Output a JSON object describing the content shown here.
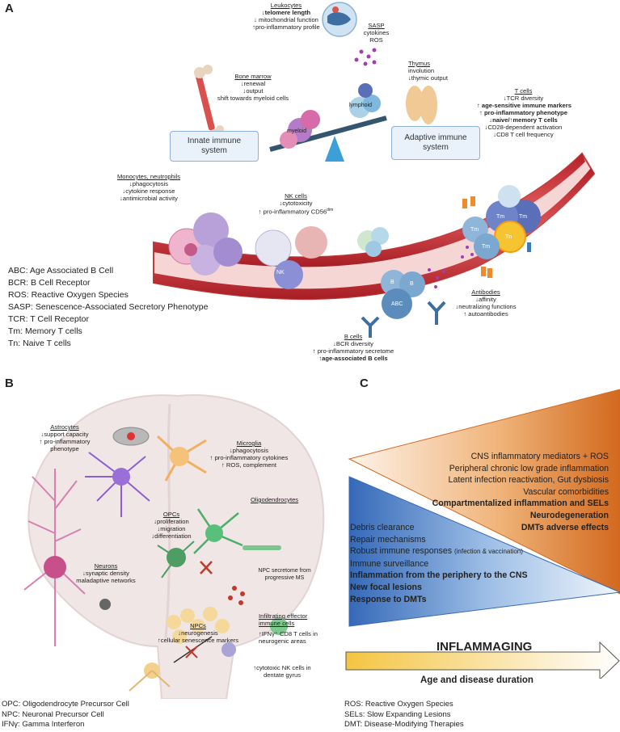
{
  "panels": {
    "a": "A",
    "b": "B",
    "c": "C"
  },
  "panelA": {
    "leukocytes": {
      "title": "Leukocytes",
      "lines": [
        "↓telomere length",
        "↓ mitochondrial function",
        "↑pro-inflammatory profile"
      ]
    },
    "sasp": {
      "title": "SASP",
      "lines": [
        "cytokines",
        "ROS"
      ]
    },
    "thymus": {
      "title": "Thymus",
      "lines": [
        "involution",
        "↓thymic output"
      ]
    },
    "bone_marrow": {
      "title": "Bone marrow",
      "lines": [
        "↓renewal",
        "↓output",
        "shift towards myeloid cells"
      ]
    },
    "tcells": {
      "title": "T cells",
      "lines": [
        "↓TCR diversity",
        "↑ age-sensitive immune markers",
        "↑ pro-inflammatory phenotype",
        "↓naive/↑memory T cells",
        "↓CD28-dependent activation",
        "↓CD8 T cell frequency"
      ]
    },
    "innate": "Innate immune system",
    "adaptive": "Adaptive immune system",
    "lymphoid": "lymphoid",
    "myeloid": "myeloid",
    "monocytes": {
      "title": "Monocytes, neutrophils",
      "lines": [
        "↓phagocytosis",
        "↓cytokine response",
        "↓antimicrobial activity"
      ]
    },
    "nkcells": {
      "title": "NK cells",
      "lines": [
        "↓cytotoxicity",
        "↑ pro-inflammatory CD56",
        "dim"
      ]
    },
    "bcells": {
      "title": "B cells",
      "lines": [
        "↓BCR diversity",
        "↑ pro-inflammatory secretome",
        "↑age-associated B cells"
      ]
    },
    "antibodies": {
      "title": "Antibodies",
      "lines": [
        "↓affinity",
        "↓neutralizing functions",
        "↑ autoantibodies"
      ]
    },
    "cell_labels": {
      "nk": "NK",
      "b": "B",
      "abc": "ABC",
      "tm": "Tm",
      "tn": "Tn"
    },
    "legend": [
      "ABC: Age Associated B Cell",
      "BCR: B Cell Receptor",
      "ROS: Reactive Oxygen Species",
      "SASP: Senescence-Associated Secretory Phenotype",
      "TCR: T Cell Receptor",
      "Tm: Memory T cells",
      "Tn: Naive T cells"
    ]
  },
  "panelB": {
    "astrocytes": {
      "title": "Astrocytes",
      "lines": [
        "↓support capacity",
        "↑ pro-inflammatory",
        "phenotype"
      ]
    },
    "microglia": {
      "title": "Microglia",
      "lines": [
        "↓phagocytosis",
        "↑ pro-inflammatory cytokines",
        "↑ ROS, complement"
      ]
    },
    "oligodendrocytes": {
      "title": "Oligodendrocytes"
    },
    "opcs": {
      "title": "OPCs",
      "lines": [
        "↓proliferation",
        "↓migration",
        "↓differentiation"
      ]
    },
    "neurons": {
      "title": "Neurons",
      "lines": [
        "↓synaptic density",
        "maladaptive networks"
      ]
    },
    "npc_secretome": {
      "lines": [
        "NPC secretome from",
        "progressive MS"
      ]
    },
    "npcs": {
      "title": "NPCs",
      "lines": [
        "↓neurogenesis",
        "↑cellular senescence markers"
      ]
    },
    "infiltrating": {
      "title": "Infiltrating effector",
      "title2": "immune cells",
      "lines": [
        "↑IFNγ⁺ CD8 T cells in",
        "neurogenic areas",
        "↑cytotoxic NK cells in",
        "dentate gyrus"
      ]
    },
    "footer": [
      "OPC: Oligodendrocyte Precursor Cell",
      "NPC: Neuronal Precursor Cell",
      "IFNγ: Gamma Interferon"
    ]
  },
  "panelC": {
    "top_lines": [
      "CNS inflammatory mediators + ROS",
      "Peripheral chronic low grade inflammation",
      "Latent infection reactivation, Gut dysbiosis",
      "Vascular comorbidities"
    ],
    "top_bold": [
      "Compartmentalized inflammation and SELs",
      "Neurodegeneration",
      "DMTs adverse effects"
    ],
    "bottom_lines": [
      "Debris clearance",
      "Repair mechanisms"
    ],
    "robust": "Robust immune responses",
    "robust_small": "(infection & vaccination)",
    "surveillance": "Immune surveillance",
    "bottom_bold": [
      "Inflammation from the periphery to the CNS",
      "New focal lesions",
      "Response to DMTs"
    ],
    "inflammaging": "INFLAMMAGING",
    "age": "Age and disease duration",
    "footer": [
      "ROS: Reactive Oxygen Species",
      "SELs: Slow Expanding Lesions",
      "DMT: Disease-Modifying Therapies"
    ]
  }
}
